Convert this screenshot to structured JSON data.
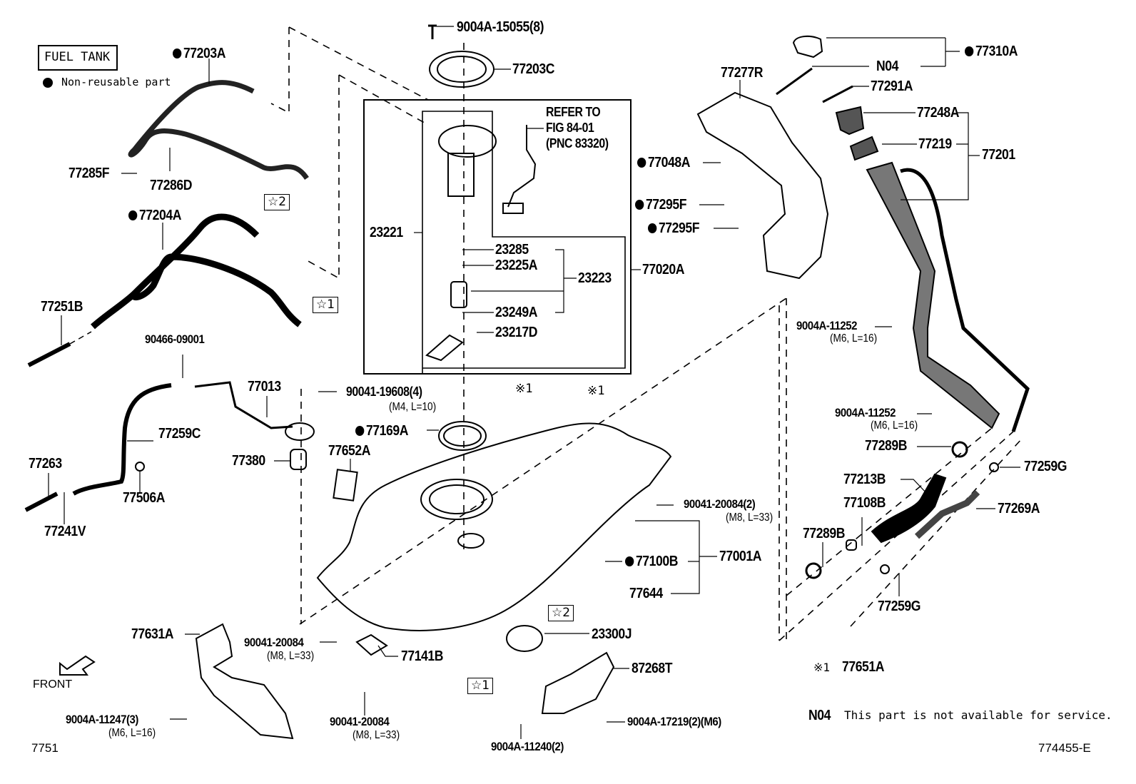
{
  "header": {
    "title_box": "FUEL TANK",
    "legend_symbol": "filled-circle",
    "legend_text": "Non-reusable part"
  },
  "parts": {
    "p9004A_15055": "9004A-15055(8)",
    "p77203C": "77203C",
    "p77203A": "77203A",
    "p77285F": "77285F",
    "p77286D": "77286D",
    "p77204A": "77204A",
    "p77251B": "77251B",
    "p90466_09001": "90466-09001",
    "p77013": "77013",
    "p90041_19608": "90041-19608(4)",
    "p90041_19608_spec": "(M4, L=10)",
    "p77259C": "77259C",
    "p77263": "77263",
    "p77506A": "77506A",
    "p77380": "77380",
    "p77241V": "77241V",
    "p77652A": "77652A",
    "p77169A": "77169A",
    "p23221": "23221",
    "p23285": "23285",
    "p23225A": "23225A",
    "p23223": "23223",
    "p23249A": "23249A",
    "p23217D": "23217D",
    "p77020A": "77020A",
    "refer_line1": "REFER TO",
    "refer_line2": "FIG 84-01",
    "refer_line3": "(PNC 83320)",
    "p77277R": "77277R",
    "p77048A": "77048A",
    "p77295F_1": "77295F",
    "p77295F_2": "77295F",
    "p77310A": "77310A",
    "pN04": "N04",
    "p77291A": "77291A",
    "p77248A": "77248A",
    "p77219": "77219",
    "p77201": "77201",
    "p9004A_11252_a": "9004A-11252",
    "p9004A_11252_a_spec": "(M6, L=16)",
    "p9004A_11252_b": "9004A-11252",
    "p9004A_11252_b_spec": "(M6, L=16)",
    "p77289B_a": "77289B",
    "p77259G_a": "77259G",
    "p77213B": "77213B",
    "p77108B": "77108B",
    "p77269A": "77269A",
    "p77289B_b": "77289B",
    "p77259G_b": "77259G",
    "p90041_20084_2": "90041-20084(2)",
    "p90041_20084_2_spec": "(M8, L=33)",
    "p77100B": "77100B",
    "p77001A": "77001A",
    "p77644": "77644",
    "p77631A": "77631A",
    "p90041_20084_a": "90041-20084",
    "p90041_20084_a_spec": "(M8, L=33)",
    "p77141B": "77141B",
    "p90041_20084_b": "90041-20084",
    "p90041_20084_b_spec": "(M8, L=33)",
    "p9004A_11247": "9004A-11247(3)",
    "p9004A_11247_spec": "(M6, L=16)",
    "p23300J": "23300J",
    "p87268T": "87268T",
    "p9004A_17219": "9004A-17219(2)(M6)",
    "p9004A_11240": "9004A-11240(2)",
    "kome1_a": "※1",
    "kome1_b": "※1"
  },
  "markers": {
    "star1_a": "☆1",
    "star2_a": "☆2",
    "star2_b": "☆2",
    "star1_b": "☆1"
  },
  "notes": {
    "kome_symbol": "※1",
    "kome_part": "77651A",
    "n04_code": "N04",
    "n04_text": "This part is not available for service.",
    "front_label": "FRONT",
    "page_code": "7751",
    "illustration_id": "774455-E"
  }
}
